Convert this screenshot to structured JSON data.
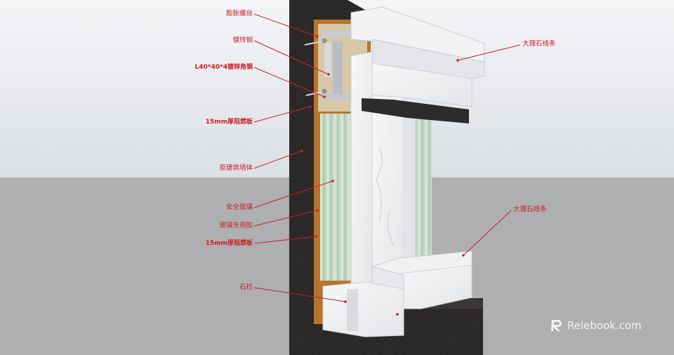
{
  "labels": {
    "expansion_screw": "膨胀螺丝",
    "galvanized_steel": "镀锌钢",
    "angle_steel": "L40*40*4镀锌角钢",
    "fire_board_top": "15mm厚阻燃板",
    "original_wall": "原建筑墙体",
    "safety_glass": "安全玻璃",
    "glass_glue": "玻璃专用胶",
    "fire_board_bottom": "15mm厚阻燃板",
    "stone_column": "石柱",
    "marble_strip_top": "大理石线条",
    "marble_strip_mid": "大理石线条"
  },
  "watermark": {
    "text": "Relebook.com",
    "icon": "relebook-logo-icon"
  },
  "colors": {
    "sky": "#e6e9ee",
    "ground": "#adafb1",
    "concrete": "#2a2827",
    "marble": "#eff0f2",
    "wood": "#b9742e",
    "glass": "#c3d7c5",
    "leader": "#c8202a"
  }
}
